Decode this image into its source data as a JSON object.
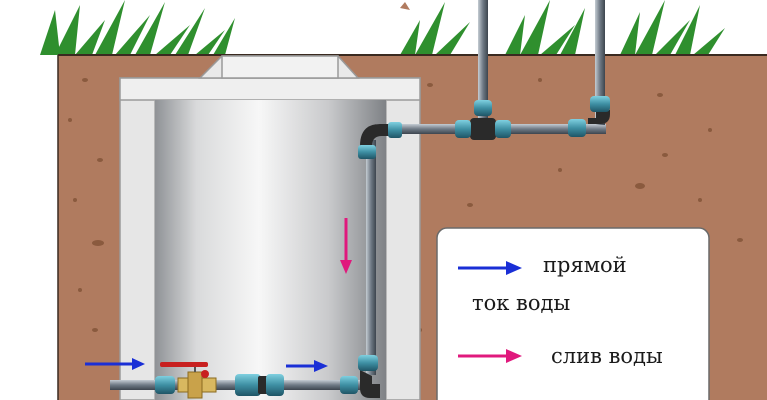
{
  "legend": {
    "line1": "прямой",
    "line2": "ток воды",
    "drain": "слив воды"
  },
  "colors": {
    "soil": "#b07b5f",
    "soil_dots": "#8a5a3e",
    "grass": "#2f8f2e",
    "concrete": "#e3e3e3",
    "pipe": "#7c8792",
    "fitting": "#3e8fa3",
    "direct_flow_arrow": "#1a2fd6",
    "drain_arrow": "#e0197d",
    "valve_handle": "#c82020"
  },
  "icons": [
    "direct-flow-arrow-icon",
    "drain-arrow-icon",
    "ball-valve-icon",
    "elbow-fitting-icon",
    "tee-fitting-icon"
  ]
}
